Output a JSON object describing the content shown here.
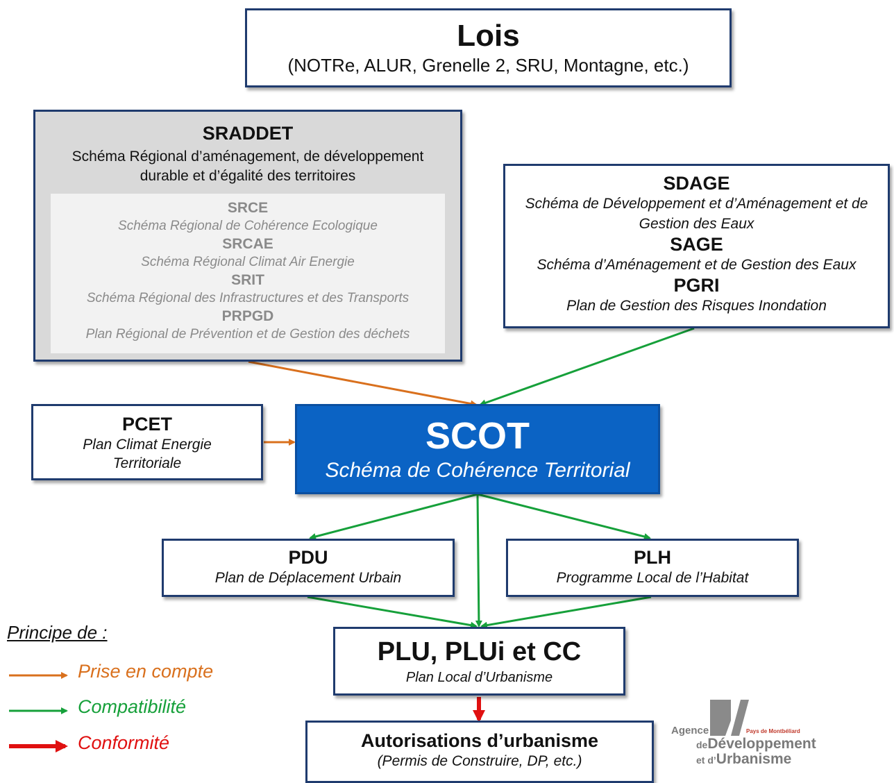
{
  "lois": {
    "title": "Lois",
    "subtitle": "(NOTRe, ALUR, Grenelle 2, SRU, Montagne, etc.)"
  },
  "sraddet": {
    "title": "SRADDET",
    "desc": "Schéma Régional d’aménagement, de développement durable et d’égalité des territoires",
    "items": [
      {
        "title": "SRCE",
        "subtitle": "Schéma Régional de Cohérence Ecologique"
      },
      {
        "title": "SRCAE",
        "subtitle": "Schéma Régional Climat Air Energie"
      },
      {
        "title": "SRIT",
        "subtitle": "Schéma Régional des Infrastructures et des Transports"
      },
      {
        "title": "PRPGD",
        "subtitle": "Plan Régional de Prévention et de Gestion des déchets"
      }
    ]
  },
  "sdage": {
    "items": [
      {
        "title": "SDAGE",
        "subtitle": "Schéma de Développement et d’Aménagement et de Gestion des Eaux"
      },
      {
        "title": "SAGE",
        "subtitle": "Schéma d’Aménagement et de Gestion des Eaux"
      },
      {
        "title": "PGRI",
        "subtitle": "Plan de Gestion des Risques Inondation"
      }
    ]
  },
  "pcet": {
    "title": "PCET",
    "subtitle": "Plan Climat Energie Territoriale"
  },
  "scot": {
    "title": "SCOT",
    "subtitle": "Schéma de Cohérence Territorial"
  },
  "pdu": {
    "title": "PDU",
    "subtitle": "Plan de Déplacement Urbain"
  },
  "plh": {
    "title": "PLH",
    "subtitle": "Programme Local de l’Habitat"
  },
  "plu": {
    "title": "PLU, PLUi et CC",
    "subtitle": "Plan Local d’Urbanisme"
  },
  "autorisations": {
    "title": "Autorisations d’urbanisme",
    "subtitle": "(Permis de Construire, DP, etc.)"
  },
  "legend": {
    "title": "Principe de :",
    "items": [
      {
        "label": "Prise en compte",
        "color": "#d9701d"
      },
      {
        "label": "Compatibilité",
        "color": "#16a03a"
      },
      {
        "label": "Conformité",
        "color": "#e01010"
      }
    ]
  },
  "logo": {
    "line1": "Agence",
    "pays": "Pays de Montbéliard",
    "de": "de",
    "line2": "Développement",
    "et": "et d’",
    "line3": "Urbanisme"
  },
  "colors": {
    "box_border": "#1f3b6e",
    "scot_fill": "#0b63c4",
    "sraddet_fill": "#d9d9d9"
  }
}
